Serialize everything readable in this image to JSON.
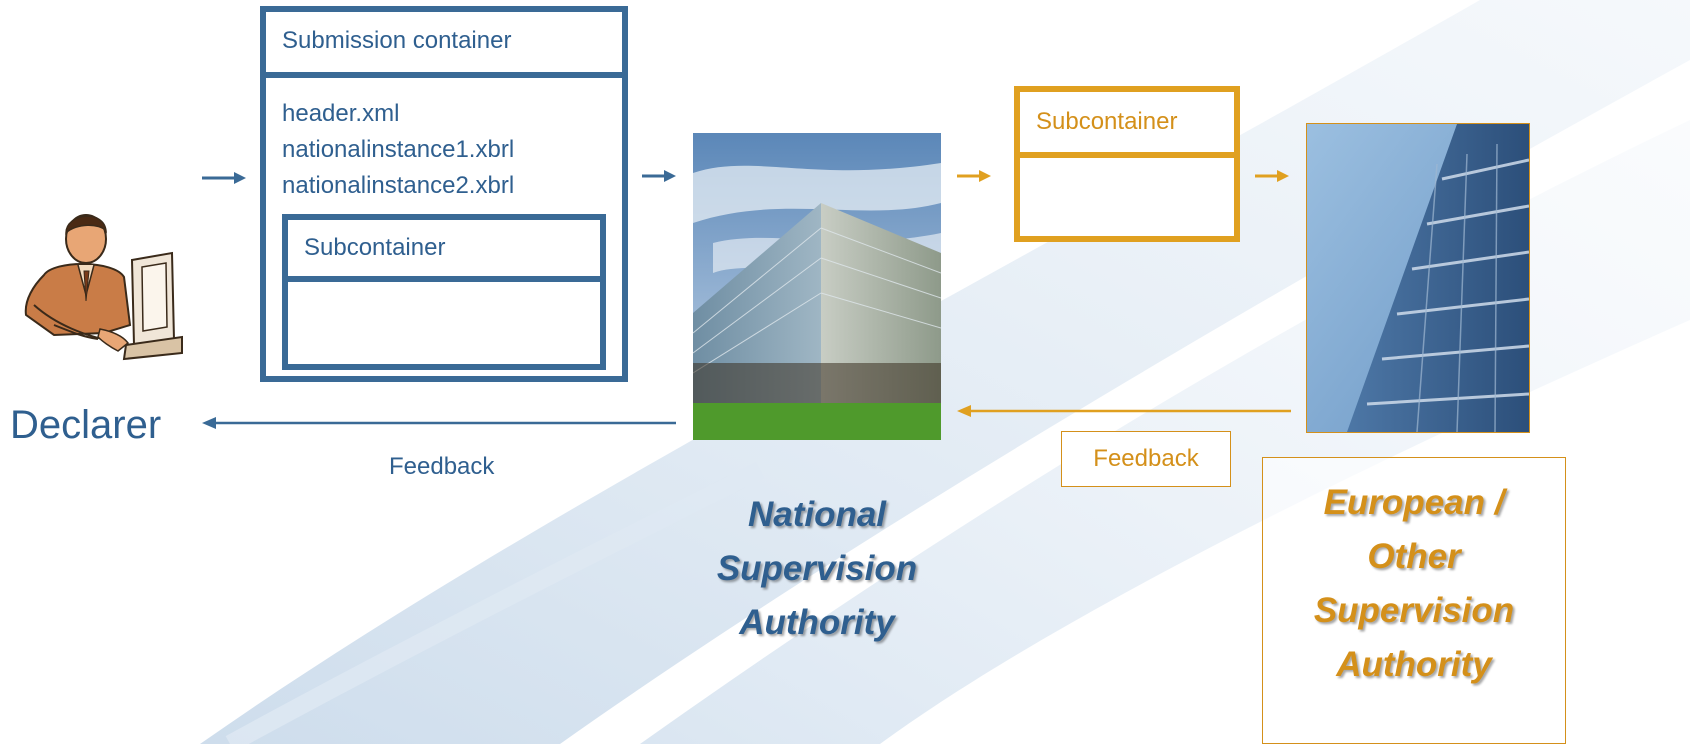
{
  "declarer": {
    "label": "Declarer"
  },
  "submission_container": {
    "title": "Submission container",
    "files": [
      "header.xml",
      "nationalinstance1.xbrl",
      "nationalinstance2.xbrl"
    ],
    "subcontainer_title": "Subcontainer"
  },
  "forwarded_subcontainer": {
    "title": "Subcontainer"
  },
  "feedback_to_declarer": {
    "label": "Feedback"
  },
  "feedback_from_european": {
    "label": "Feedback"
  },
  "national_authority": {
    "lines": [
      "National",
      "Supervision",
      "Authority"
    ]
  },
  "european_authority": {
    "lines": [
      "European /",
      "Other",
      "Supervision",
      "Authority"
    ]
  },
  "colors": {
    "blue": "#3a6a96",
    "orange": "#e0a020",
    "text_blue": "#2f5f8f",
    "text_orange": "#d4901a"
  }
}
